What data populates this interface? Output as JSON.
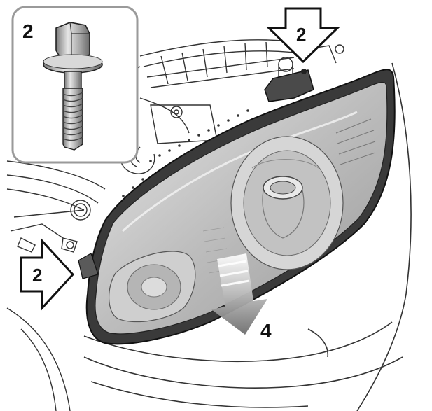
{
  "labels": {
    "inset_number": "2",
    "top_arrow_number": "2",
    "left_arrow_number": "2",
    "removal_arrow_number": "4"
  },
  "colors": {
    "line": "#2a2a2a",
    "lens_gray": "#c9c9c9",
    "seal_dark": "#3a3a3a",
    "arrow_gray": "#8a8a8a"
  },
  "icons": {
    "bolt": "flange-bolt-icon",
    "down_arrow": "down-arrow-icon",
    "right_arrow": "right-arrow-icon"
  }
}
